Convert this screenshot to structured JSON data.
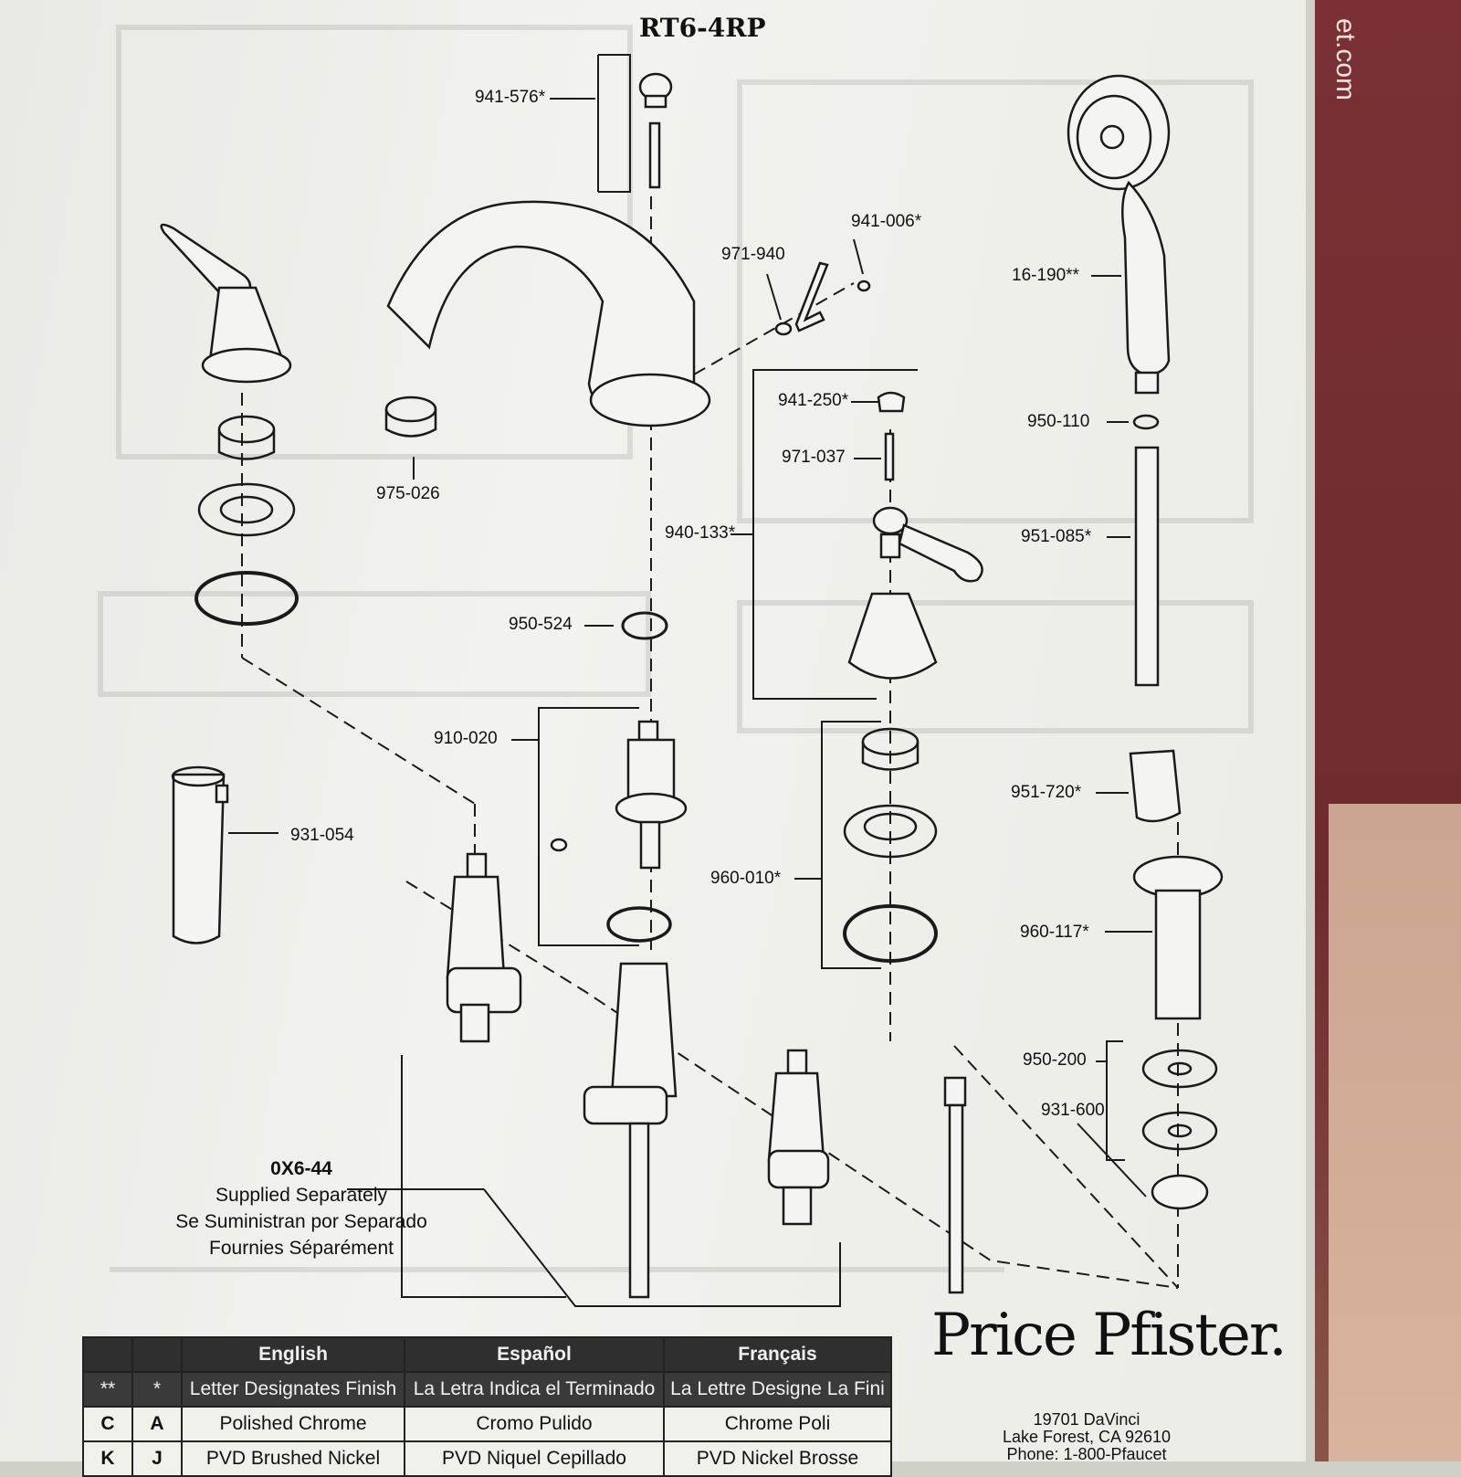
{
  "model": "RT6-4RP",
  "parts": {
    "p941_576": "941-576*",
    "p941_006": "941-006*",
    "p971_940": "971-940",
    "p16_190": "16-190**",
    "p941_250": "941-250*",
    "p950_110": "950-110",
    "p971_037": "971-037",
    "p975_026": "975-026",
    "p940_133": "940-133*",
    "p951_085": "951-085*",
    "p950_524": "950-524",
    "p910_020": "910-020",
    "p951_720": "951-720*",
    "p931_054": "931-054",
    "p960_010": "960-010*",
    "p960_117": "960-117*",
    "p950_200": "950-200",
    "p931_600": "931-600"
  },
  "supplied": {
    "code": "0X6-44",
    "en": "Supplied Separately",
    "es": "Se Suministran por Separado",
    "fr": "Fournies Séparément"
  },
  "finish_table": {
    "headers": [
      "English",
      "Español",
      "Français"
    ],
    "note": {
      "col1": "**",
      "col2": "*",
      "en": "Letter Designates Finish",
      "es": "La Letra Indica el Terminado",
      "fr": "La Lettre Designe La Fini"
    },
    "rows": [
      {
        "col1": "C",
        "col2": "A",
        "en": "Polished Chrome",
        "es": "Cromo Pulido",
        "fr": "Chrome Poli"
      },
      {
        "col1": "K",
        "col2": "J",
        "en": "PVD Brushed Nickel",
        "es": "PVD Niquel Cepillado",
        "fr": "PVD Nickel Brosse"
      }
    ]
  },
  "brand": "Price Pfister.",
  "address": {
    "street": "19701 DaVinci",
    "city": "Lake Forest, CA 92610",
    "phone": "Phone: 1-800-Pfaucet"
  },
  "box_text": "et.com"
}
